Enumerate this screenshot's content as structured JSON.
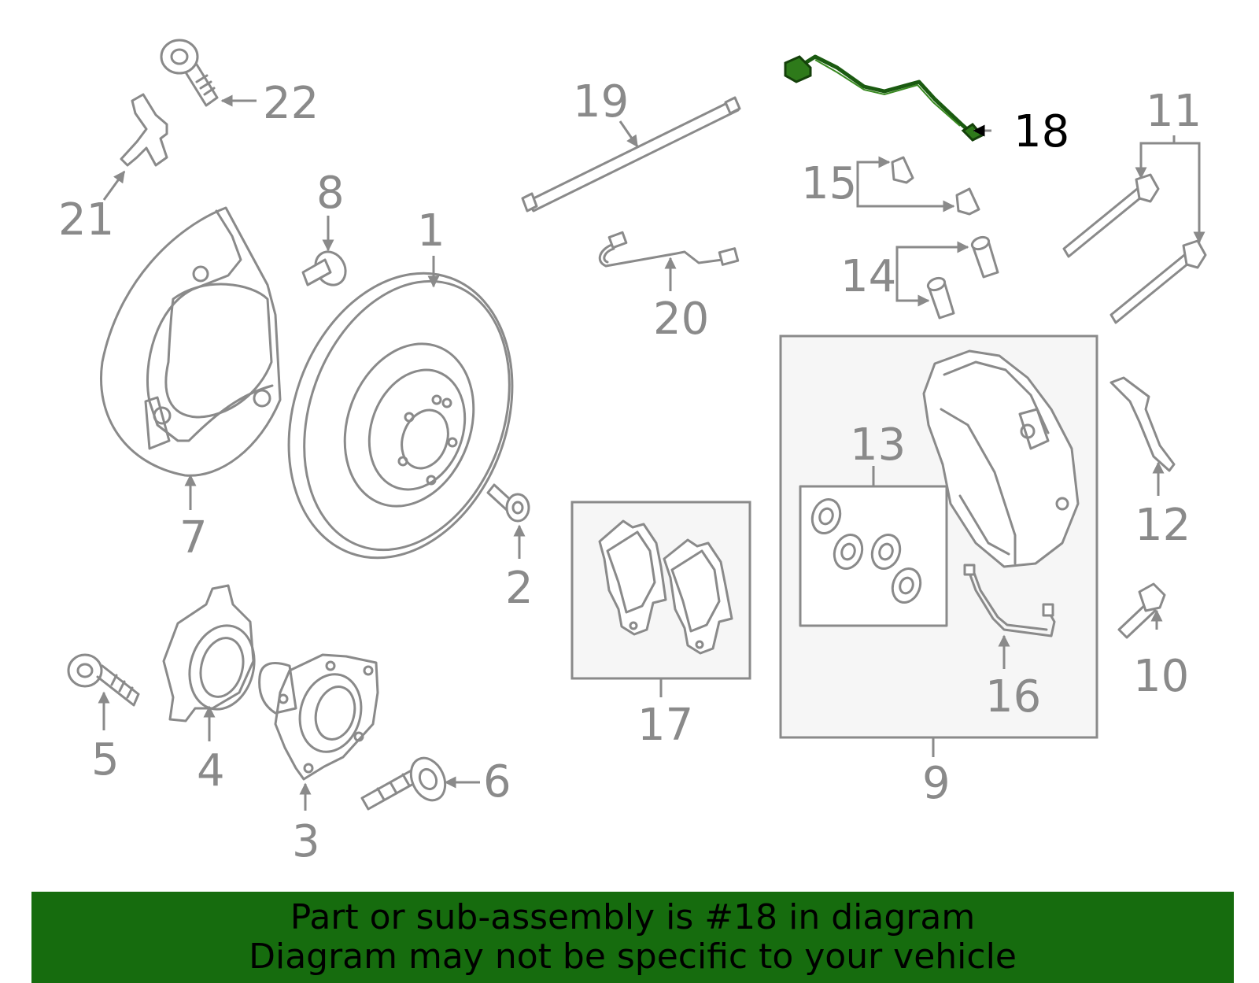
{
  "diagram": {
    "highlight_color": "#166c0e",
    "highlighted_part": "18",
    "callouts": [
      "1",
      "2",
      "3",
      "4",
      "5",
      "6",
      "7",
      "8",
      "9",
      "10",
      "11",
      "12",
      "13",
      "14",
      "15",
      "16",
      "17",
      "18",
      "19",
      "20",
      "21",
      "22"
    ]
  },
  "banner": {
    "line1": "Part or sub-assembly is #18 in diagram",
    "line2": "Diagram may not be specific to your vehicle"
  }
}
